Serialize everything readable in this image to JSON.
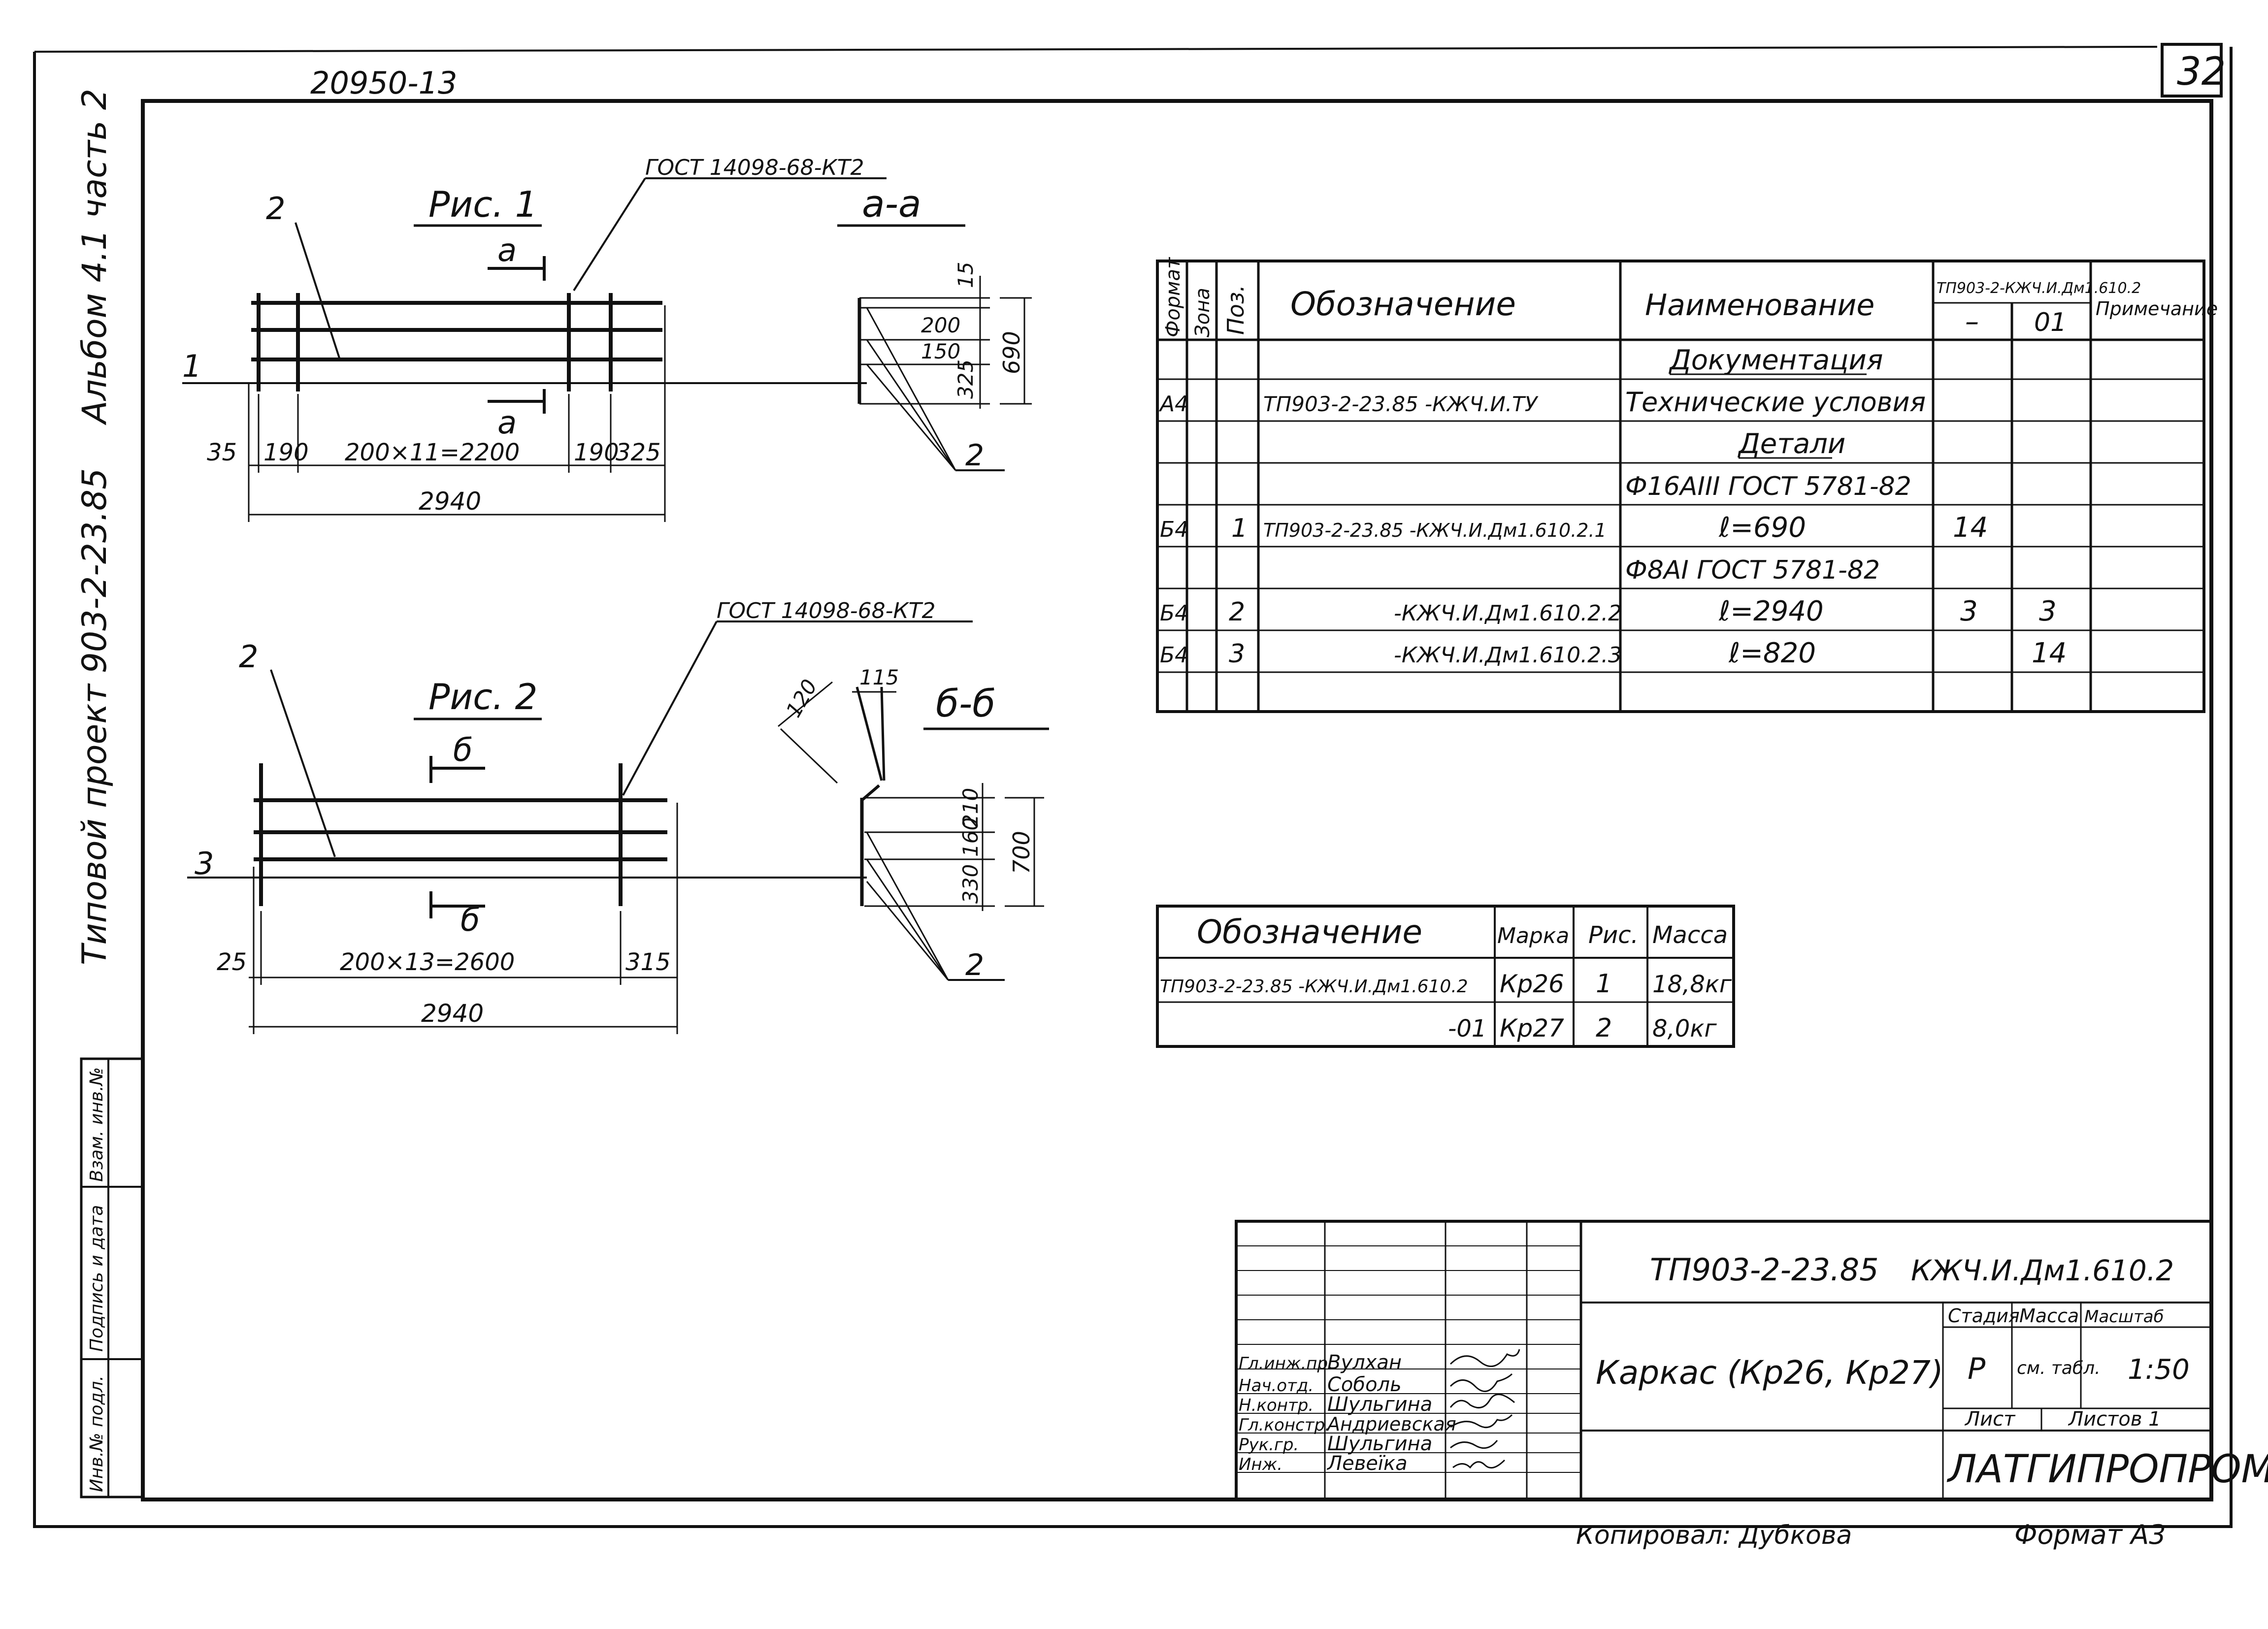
{
  "sheet": {
    "inventory_code": "20950-13",
    "page_number": "32",
    "album_label": "Альбом 4.1 часть 2",
    "project_label": "Типовой проект 903-2-23.85",
    "copied_by": "Копировал: Дубкова",
    "format": "Формат А3"
  },
  "side_stamp": {
    "cells": [
      "Инв.№ подл.",
      "Подпись и дата",
      "Взам. инв.№"
    ]
  },
  "figure1": {
    "title": "Рис. 1",
    "weld_label": "ГОСТ 14098-68-КТ2",
    "pos_bars": "2",
    "pos_main": "1",
    "section_mark": "а",
    "dims": [
      "35",
      "190",
      "200×11=2200",
      "190",
      "325"
    ],
    "total": "2940",
    "section_title": "а-а",
    "section_dims": [
      "15",
      "200",
      "150",
      "325"
    ],
    "section_total": "690",
    "section_pos": "2"
  },
  "figure2": {
    "title": "Рис. 2",
    "weld_label": "ГОСТ 14098-68-КТ2",
    "pos_bars": "2",
    "pos_main": "3",
    "section_mark": "б",
    "dims": [
      "25",
      "200×13=2600",
      "315"
    ],
    "total": "2940",
    "section_title": "б-б",
    "detail_dims": [
      "120",
      "115"
    ],
    "section_dims": [
      "210",
      "160",
      "330"
    ],
    "section_total": "700",
    "section_pos": "2"
  },
  "spec_table": {
    "headers": {
      "format": "Формат",
      "zone": "Зона",
      "pos": "Поз.",
      "designation": "Обозначение",
      "name": "Наименование",
      "doc_code": "ТП903-2-КЖЧ.И.Дм1.610.2",
      "ver_main": "–",
      "ver_01": "01",
      "note": "Примечание"
    },
    "rows": [
      {
        "format": "",
        "pos": "",
        "designation": "",
        "name": "Документация",
        "qty": "",
        "qty01": ""
      },
      {
        "format": "А4",
        "pos": "",
        "designation": "ТП903-2-23.85 -КЖЧ.И.ТУ",
        "name": "Технические условия",
        "qty": "",
        "qty01": ""
      },
      {
        "format": "",
        "pos": "",
        "designation": "",
        "name": "Детали",
        "qty": "",
        "qty01": ""
      },
      {
        "format": "",
        "pos": "",
        "designation": "",
        "name": "Ф16АIII ГОСТ 5781-82",
        "qty": "",
        "qty01": ""
      },
      {
        "format": "Б4",
        "pos": "1",
        "designation": "ТП903-2-23.85 -КЖЧ.И.Дм1.610.2.1",
        "name": "ℓ=690",
        "qty": "14",
        "qty01": ""
      },
      {
        "format": "",
        "pos": "",
        "designation": "",
        "name": "Ф8АI ГОСТ 5781-82",
        "qty": "",
        "qty01": ""
      },
      {
        "format": "Б4",
        "pos": "2",
        "designation": "-КЖЧ.И.Дм1.610.2.2",
        "name": "ℓ=2940",
        "qty": "3",
        "qty01": "3"
      },
      {
        "format": "Б4",
        "pos": "3",
        "designation": "-КЖЧ.И.Дм1.610.2.3",
        "name": "ℓ=820",
        "qty": "",
        "qty01": "14"
      },
      {
        "format": "",
        "pos": "",
        "designation": "",
        "name": "",
        "qty": "",
        "qty01": ""
      }
    ]
  },
  "mass_table": {
    "headers": [
      "Обозначение",
      "Марка",
      "Рис.",
      "Масса"
    ],
    "rows": [
      [
        "ТП903-2-23.85 -КЖЧ.И.Дм1.610.2",
        "Кр26",
        "1",
        "18,8кг"
      ],
      [
        "-01",
        "Кр27",
        "2",
        "8,0кг"
      ]
    ]
  },
  "title_block": {
    "project_code": "ТП903-2-23.85",
    "drawing_code": "КЖЧ.И.Дм1.610.2",
    "drawing_name": "Каркас (Кр26, Кр27)",
    "stage_label": "Стадия",
    "stage": "Р",
    "mass_label": "Масса",
    "mass": "см. табл.",
    "scale_label": "Масштаб",
    "scale": "1:50",
    "sheet_label": "Лист",
    "sheets_label": "Листов 1",
    "organization": "ЛАТГИПРОПРОМ",
    "signatures": [
      {
        "role": "Гл.инж.пр.",
        "name": "Вулхан"
      },
      {
        "role": "Нач.отд.",
        "name": "Соболь"
      },
      {
        "role": "Н.контр.",
        "name": "Шульгина"
      },
      {
        "role": "Гл.констр.",
        "name": "Андриевская"
      },
      {
        "role": "Рук.гр.",
        "name": "Шульгина"
      },
      {
        "role": "Инж.",
        "name": "Левеїкa"
      }
    ]
  }
}
